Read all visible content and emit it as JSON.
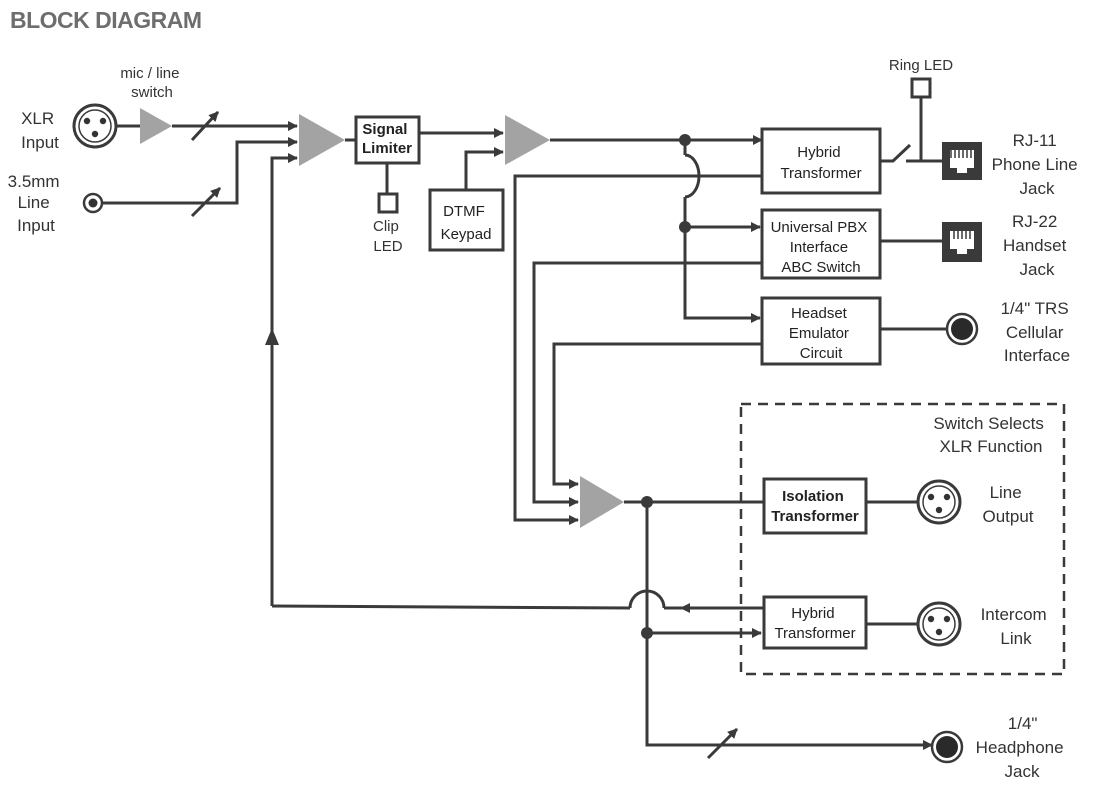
{
  "title": "BLOCK DIAGRAM",
  "colors": {
    "wire": "#3a3a3a",
    "amplifier": "#a3a3a3",
    "title": "#6e6e6e"
  },
  "inputs": {
    "xlr": [
      "XLR",
      "Input"
    ],
    "line": [
      "3.5mm",
      "Line",
      "Input"
    ]
  },
  "mic_line_switch": [
    "mic / line",
    "switch"
  ],
  "signal_limiter": [
    "Signal",
    "Limiter"
  ],
  "clip_led": [
    "Clip",
    "LED"
  ],
  "dtmf_keypad": [
    "DTMF",
    "Keypad"
  ],
  "ring_led": "Ring LED",
  "hybrid_transformer_top": [
    "Hybrid",
    "Transformer"
  ],
  "pbx_interface": [
    "Universal PBX",
    "Interface",
    "ABC Switch"
  ],
  "headset_emulator": [
    "Headset",
    "Emulator",
    "Circuit"
  ],
  "rj11": [
    "RJ-11",
    "Phone Line",
    "Jack"
  ],
  "rj22": [
    "RJ-22",
    "Handset",
    "Jack"
  ],
  "trs_cellular": [
    "1/4\" TRS",
    "Cellular",
    "Interface"
  ],
  "switch_selects": [
    "Switch Selects",
    "XLR Function"
  ],
  "isolation_transformer": [
    "Isolation",
    "Transformer"
  ],
  "line_output": [
    "Line",
    "Output"
  ],
  "hybrid_transformer_bottom": [
    "Hybrid",
    "Transformer"
  ],
  "intercom_link": [
    "Intercom",
    "Link"
  ],
  "headphone_jack": [
    "1/4\"",
    "Headphone",
    "Jack"
  ]
}
